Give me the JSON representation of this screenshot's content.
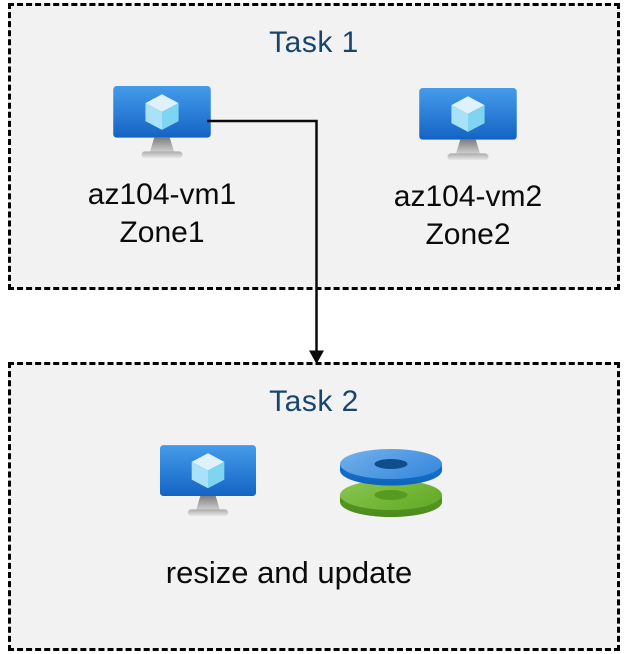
{
  "task1": {
    "title": "Task 1",
    "vms": [
      {
        "name": "az104-vm1",
        "zone": "Zone1"
      },
      {
        "name": "az104-vm2",
        "zone": "Zone2"
      }
    ]
  },
  "task2": {
    "title": "Task 2",
    "caption": "resize and update"
  },
  "connector": {
    "description": "arrow from az104-vm1 down into Task 2 box"
  },
  "icons": {
    "vm": "azure-virtual-machine-icon",
    "disks": "azure-managed-disks-icon"
  },
  "colors": {
    "box_background": "#F2F2F2",
    "box_border": "#000000",
    "title_text": "#17456E",
    "body_text": "#0B0B0B",
    "vm_screen_top": "#459CEA",
    "vm_screen_bottom": "#1463C4",
    "cube_top": "#DFF2FC",
    "cube_left": "#A9E2F8",
    "cube_right": "#7FD4F2",
    "disk_blue_top": "#3C8CDE",
    "disk_blue_side": "#1B7CD9",
    "disk_blue_hole": "#0E4E8D",
    "disk_green_top": "#66AD29",
    "disk_green_side": "#5EA12A",
    "disk_green_hole": "#569A22"
  }
}
